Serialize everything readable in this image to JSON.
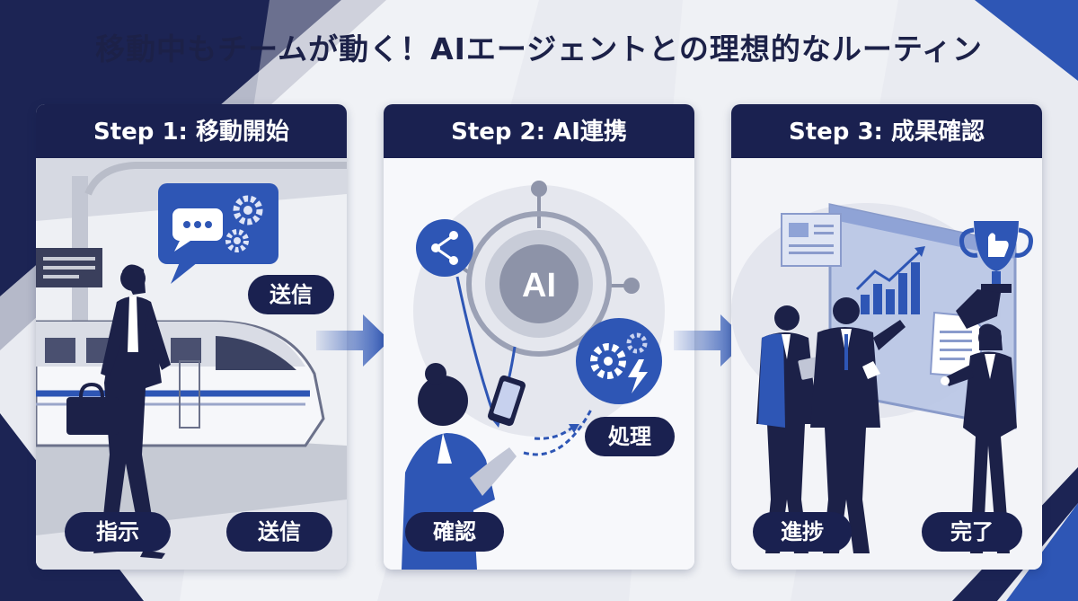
{
  "title": "移動中もチームが動く！AIエージェントとの理想的なルーティン",
  "colors": {
    "navy": "#1a2150",
    "blue": "#2e56b5",
    "grey": "#c9ccd6",
    "background": "#e9ebf1"
  },
  "steps": [
    {
      "header": "Step 1: 移動開始",
      "icons": [
        "chat-bubble-icon",
        "gear-icon",
        "station-sign-icon",
        "train-icon",
        "walking-person-icon",
        "briefcase-icon"
      ],
      "tags": {
        "top": "送信",
        "bottom_left": "指示",
        "bottom_right": "送信"
      }
    },
    {
      "header": "Step 2: AI連携",
      "hub_label": "AI",
      "icons": [
        "ai-hub-icon",
        "share-icon",
        "gear-bolt-icon",
        "smartphone-icon",
        "person-icon"
      ],
      "tags": {
        "right": "処理",
        "bottom_left": "確認"
      }
    },
    {
      "header": "Step 3: 成果確認",
      "icons": [
        "dashboard-icon",
        "bar-chart-icon",
        "document-icon",
        "trophy-icon",
        "thumbs-up-icon",
        "team-icon"
      ],
      "tags": {
        "bottom_left": "進捗",
        "bottom_right": "完了"
      }
    }
  ]
}
